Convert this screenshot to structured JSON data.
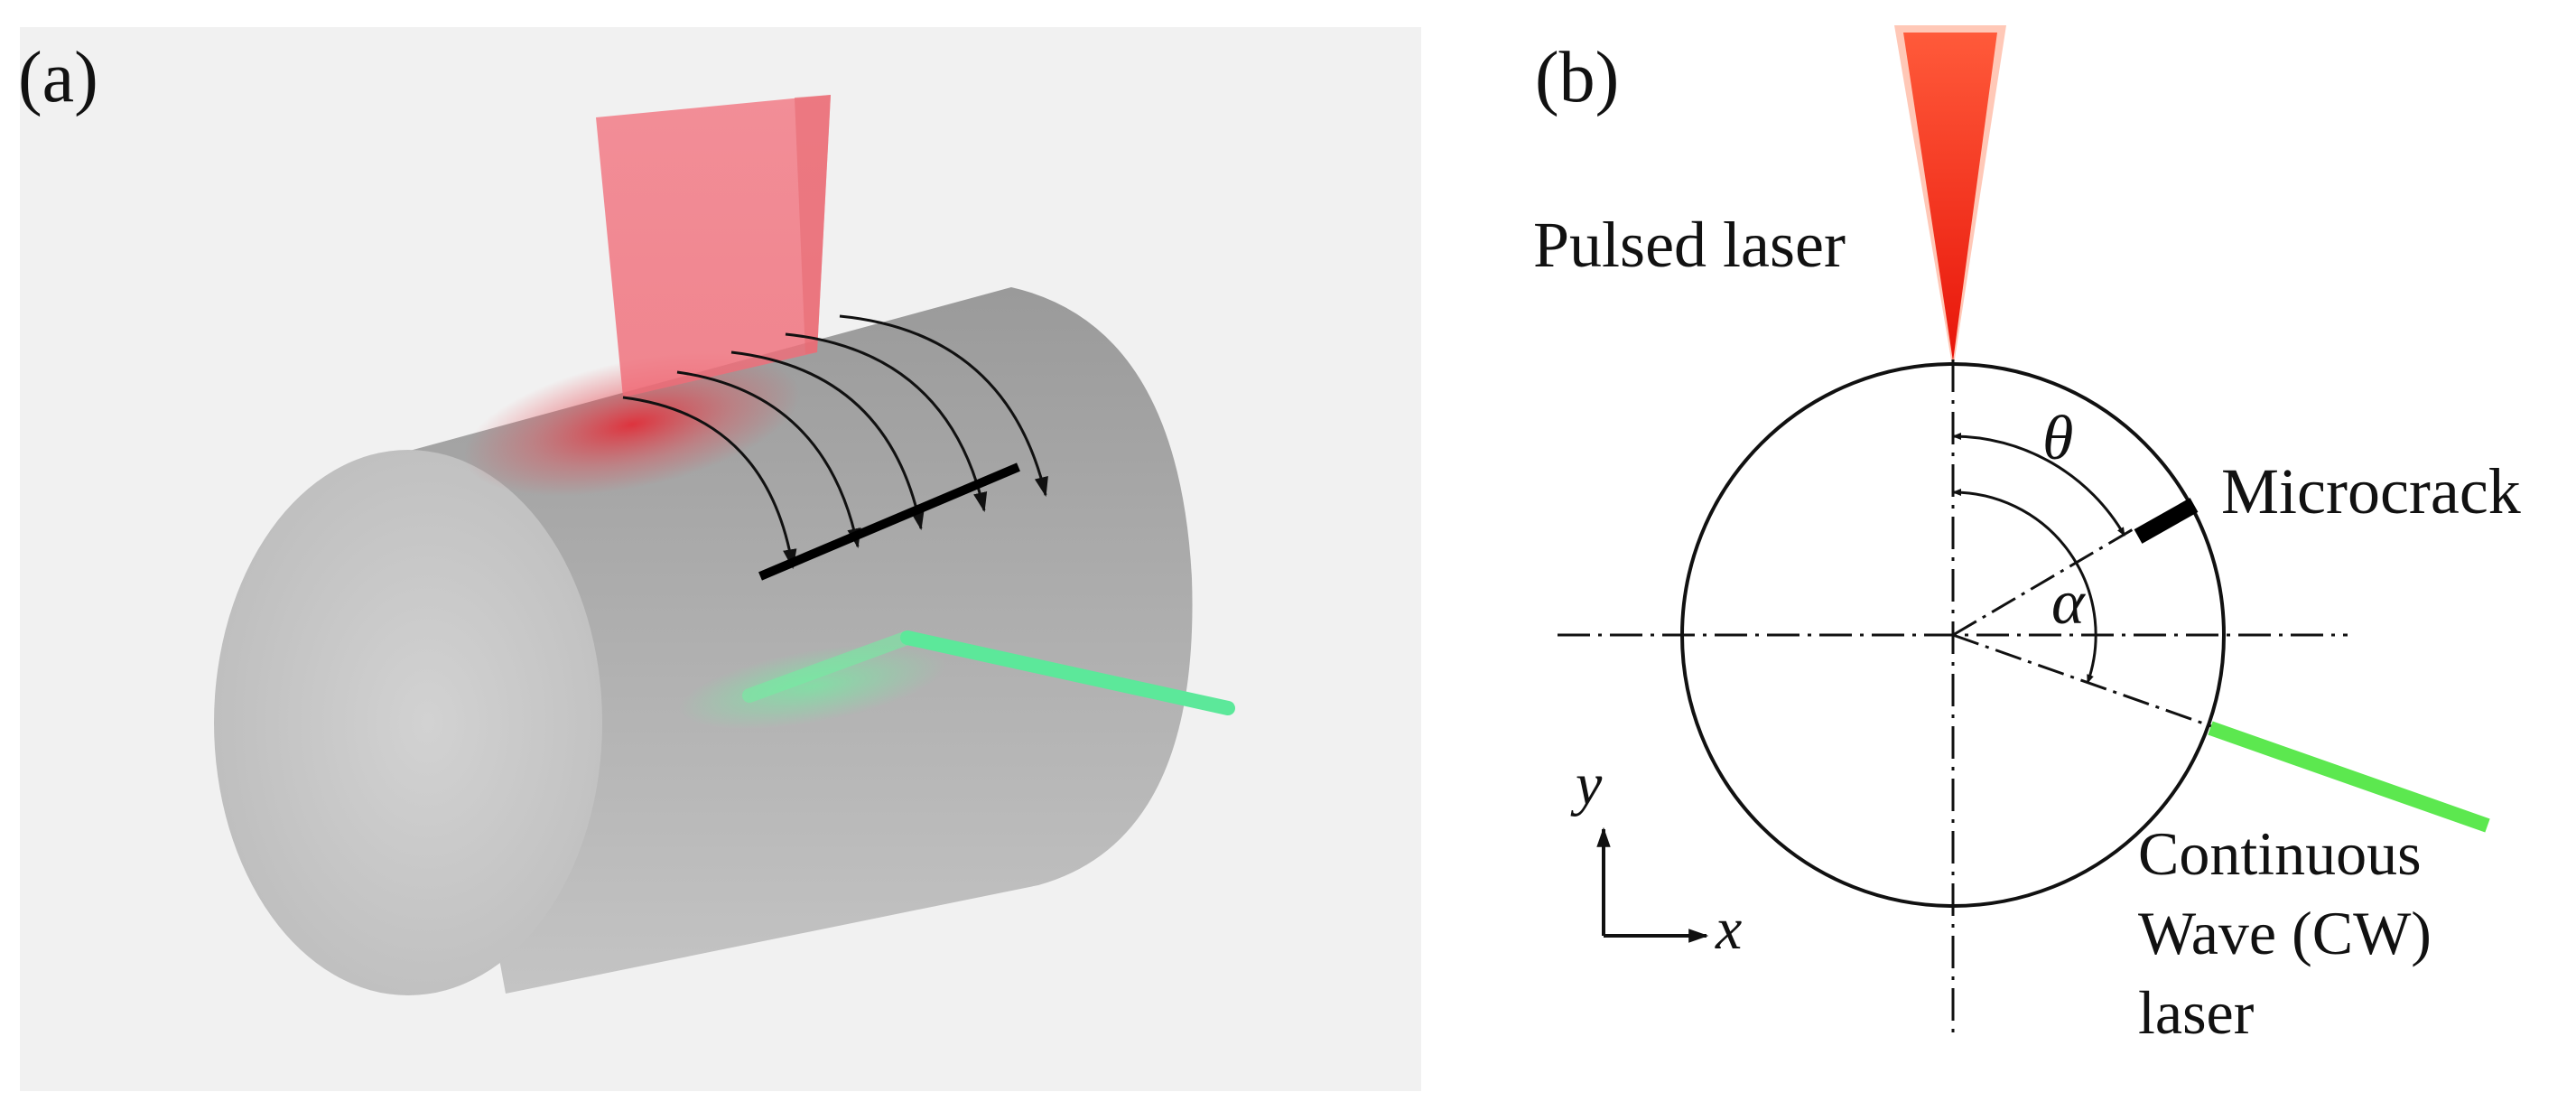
{
  "panel_a": {
    "label": "(a)",
    "colors": {
      "background": "#f1f1f1",
      "cylinder": "#b8b8b8",
      "pulsed_beam": "#f0707a",
      "cw_beam": "#5ce89a",
      "microcrack": "#000000"
    }
  },
  "panel_b": {
    "label": "(b)",
    "pulsed_laser_label": "Pulsed laser",
    "microcrack_label": "Microcrack",
    "cw_label_line1": "Continuous",
    "cw_label_line2": "Wave (CW)",
    "cw_label_line3": "laser",
    "theta_symbol": "θ",
    "alpha_symbol": "α",
    "y_axis_label": "y",
    "x_axis_label": "x",
    "colors": {
      "pulsed_laser": "#ff3b1f",
      "cw_laser": "#5ce84f",
      "microcrack": "#000000",
      "lines": "#111111"
    }
  }
}
